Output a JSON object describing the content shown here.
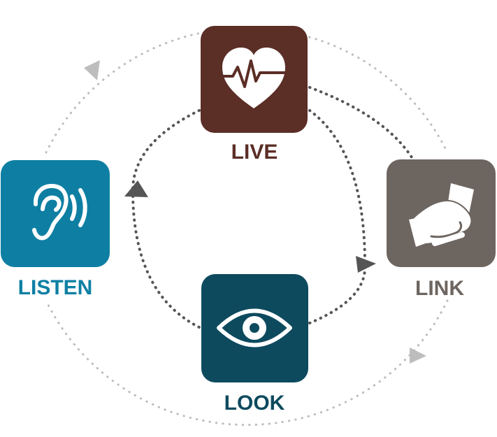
{
  "nodes": {
    "live": {
      "label": "LIVE",
      "color": "#5b2e26",
      "icon": "heart-pulse-icon"
    },
    "listen": {
      "label": "LISTEN",
      "color": "#0e7fa3",
      "icon": "ear-sound-icon"
    },
    "link": {
      "label": "LINK",
      "color": "#6d6560",
      "icon": "handshake-icon"
    },
    "look": {
      "label": "LOOK",
      "color": "#0d4a5e",
      "icon": "eye-icon"
    }
  },
  "connector_colors": {
    "inner": "#555555",
    "outer": "#bdbdbd"
  }
}
